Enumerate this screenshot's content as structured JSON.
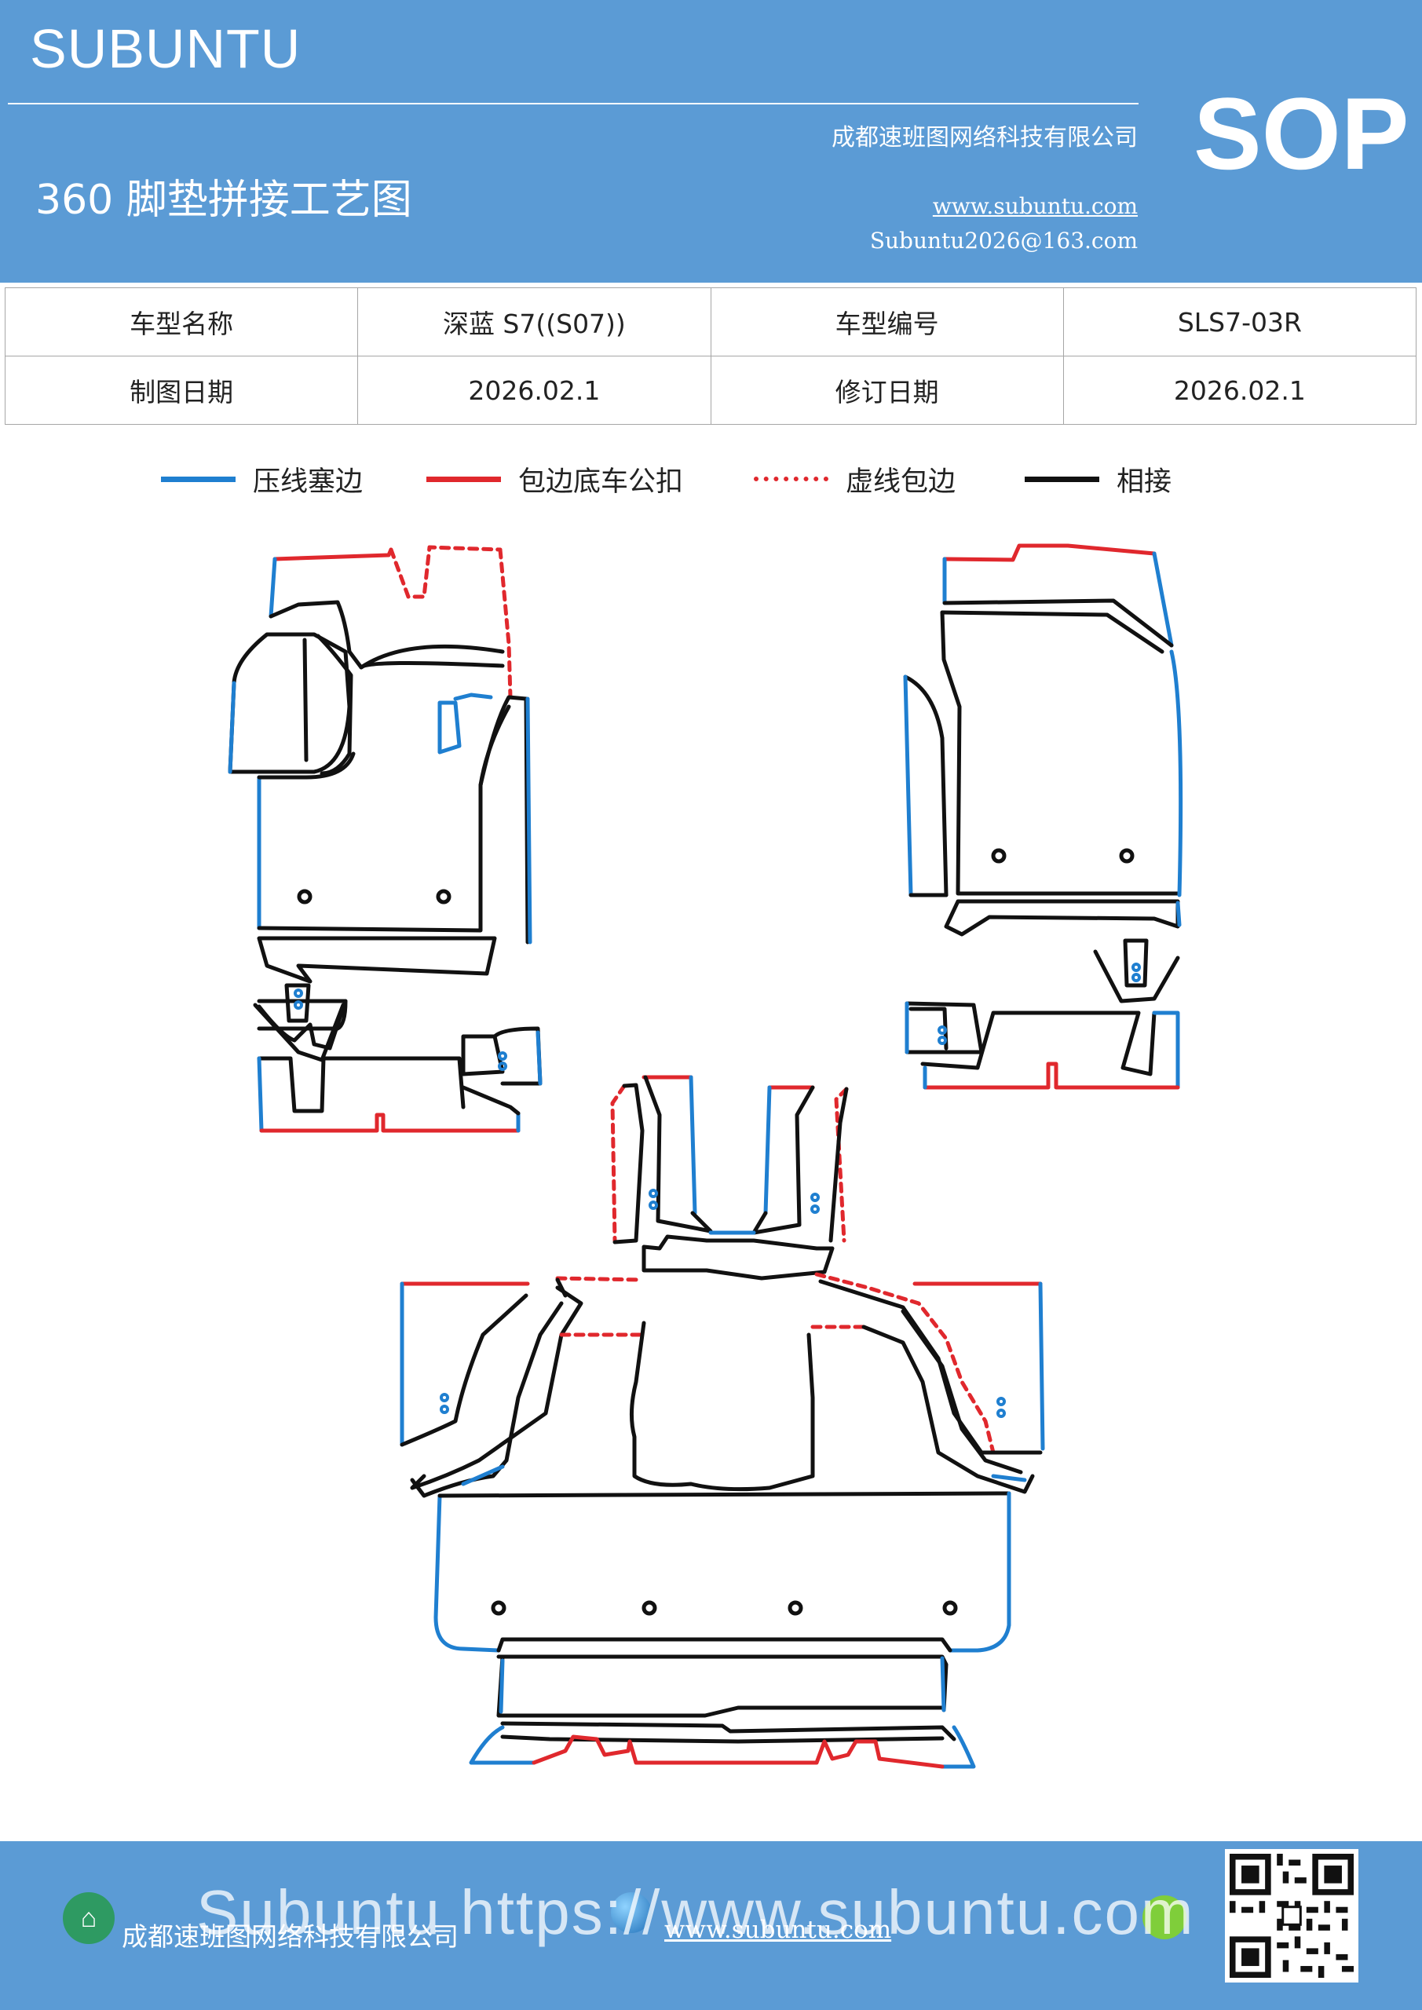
{
  "header": {
    "brand": "SUBUNTU",
    "sop": "SOP",
    "title": "360 脚垫拼接工艺图",
    "company": "成都速班图网络科技有限公司",
    "website": "www.subuntu.com",
    "email": "Subuntu2026@163.com"
  },
  "info_table": {
    "row1": [
      "车型名称",
      "深蓝 S7((S07))",
      "车型编号",
      "SLS7-03R"
    ],
    "row2": [
      "制图日期",
      "2026.02.1",
      "修订日期",
      "2026.02.1"
    ]
  },
  "legend": [
    {
      "label": "压线塞边",
      "color": "#1f7fd0",
      "style": "solid"
    },
    {
      "label": "包边底车公扣",
      "color": "#e0282d",
      "style": "solid"
    },
    {
      "label": "虚线包边",
      "color": "#e0282d",
      "style": "dashed"
    },
    {
      "label": "相接",
      "color": "#111111",
      "style": "solid"
    }
  ],
  "footer": {
    "company": "成都速班图网络科技有限公司",
    "website": "www.subuntu.com",
    "overlay_text": "Subuntu https://www.subuntu.com"
  },
  "colors": {
    "header_bg": "#5b9bd5",
    "blue_edge": "#1f7fd0",
    "red_edge": "#e0282d",
    "joint": "#111111"
  }
}
